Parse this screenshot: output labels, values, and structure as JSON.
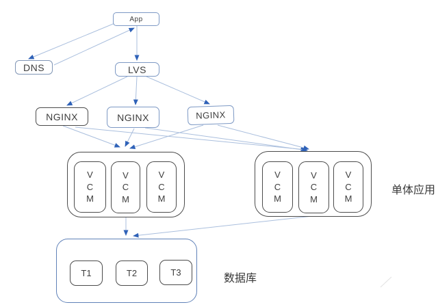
{
  "diagram": {
    "nodes": {
      "app": {
        "label": "App"
      },
      "dns": {
        "label": "DNS"
      },
      "lvs": {
        "label": "LVS"
      },
      "nginx1": {
        "label": "NGINX"
      },
      "nginx2": {
        "label": "NGINX"
      },
      "nginx3": {
        "label": "NGINX"
      },
      "vcm_letters": [
        "V",
        "C",
        "M"
      ],
      "tables": [
        "T1",
        "T2",
        "T3"
      ]
    },
    "labels": {
      "monolith_app": "单体应用",
      "database": "数据库"
    },
    "colors": {
      "edge_line": "#a9bedd",
      "arrowhead": "#2f62b8",
      "blue_node_border": "#7c98c4",
      "dark_node_border": "#4a4a4a",
      "database_border": "#5f81b8",
      "text": "#3d3d3d"
    }
  }
}
